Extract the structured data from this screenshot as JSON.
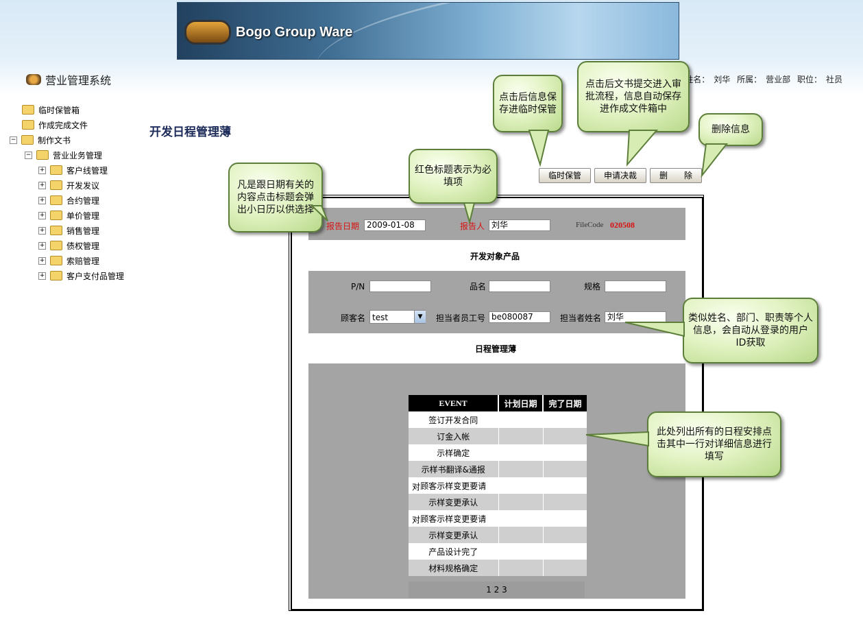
{
  "banner": {
    "title": "Bogo Group Ware"
  },
  "system": {
    "name": "营业管理系统"
  },
  "user": {
    "name_label": "姓名：",
    "name": "刘华",
    "dept_label": "所属：",
    "dept": "营业部",
    "pos_label": "职位：",
    "pos": "社员"
  },
  "tree": {
    "temp_box": "临时保管箱",
    "done_files": "作成完成文件",
    "making": "制作文书",
    "business": "营业业务管理",
    "items": [
      "客户线管理",
      "开发发议",
      "合约管理",
      "单价管理",
      "销售管理",
      "债权管理",
      "索赔管理",
      "客户支付品管理"
    ]
  },
  "page_title": "开发日程管理薄",
  "buttons": {
    "temp_save": "临时保管",
    "apply": "申请决裁",
    "delete": "删　　除"
  },
  "form": {
    "report_date_label": "报告日期",
    "report_date": "2009-01-08",
    "reporter_label": "报告人",
    "reporter": "刘华",
    "filecode_label": "FileCode",
    "filecode": "020508",
    "section_product": "开发对象产品",
    "pn_label": "P/N",
    "pn": "",
    "item_name_label": "品名",
    "item_name": "",
    "spec_label": "规格",
    "spec": "",
    "customer_label": "顾客名",
    "customer": "test",
    "staff_id_label": "担当者员工号",
    "staff_id": "be080087",
    "staff_name_label": "担当者姓名",
    "staff_name": "刘华",
    "section_schedule": "日程管理薄"
  },
  "schedule": {
    "headers": [
      "EVENT",
      "计划日期",
      "完了日期"
    ],
    "rows": [
      {
        "prefix": "",
        "event": "签订开发合同"
      },
      {
        "prefix": "",
        "event": "订金入帐"
      },
      {
        "prefix": "",
        "event": "示样确定"
      },
      {
        "prefix": "",
        "event": "示样书翻译&通报"
      },
      {
        "prefix": "对",
        "event": "顾客示样变更要请"
      },
      {
        "prefix": "",
        "event": "示样变更承认"
      },
      {
        "prefix": "对",
        "event": "顾客示样变更要请"
      },
      {
        "prefix": "",
        "event": "示样变更承认"
      },
      {
        "prefix": "",
        "event": "产品设计完了"
      },
      {
        "prefix": "",
        "event": "材料规格确定"
      }
    ],
    "pages": "1 2 3"
  },
  "callouts": {
    "date": "凡是跟日期有关的内容点击标题会弹出小日历以供选择",
    "required": "红色标题表示为必填项",
    "temp": "点击后信息保存进临时保管",
    "apply": "点击后文书提交进入审批流程，信息自动保存进作成文件箱中",
    "delete": "删除信息",
    "userinfo": "类似姓名、部门、职责等个人信息，会自动从登录的用户ID获取",
    "schedule": "此处列出所有的日程安排点击其中一行对详细信息进行填写"
  }
}
